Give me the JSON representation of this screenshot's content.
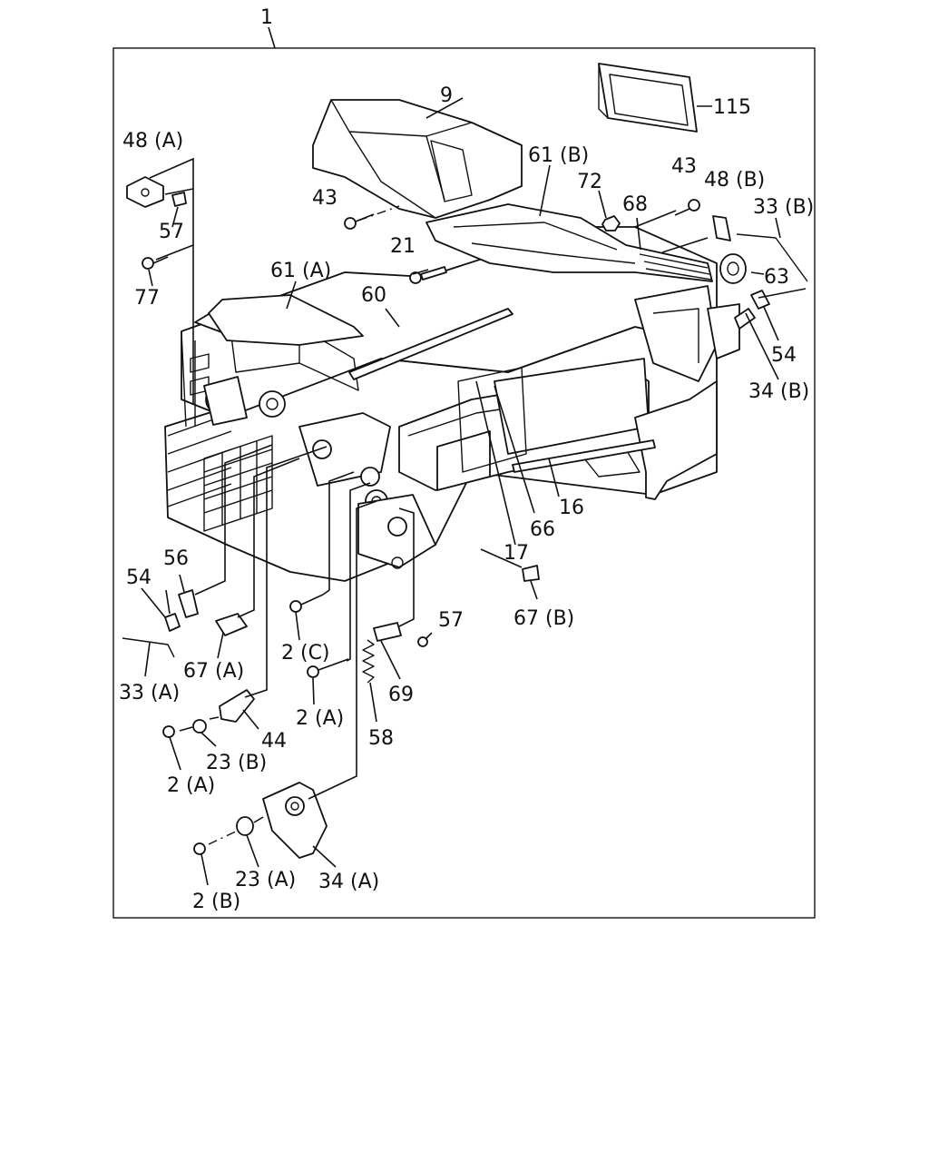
{
  "labels": {
    "l1": "1",
    "l9": "9",
    "l115": "115",
    "l61b": "61 (B)",
    "l43a": "43",
    "l43b": "43",
    "l72": "72",
    "l48b": "48 (B)",
    "l33b": "33 (B)",
    "l48a": "48 (A)",
    "l57a": "57",
    "l77": "77",
    "l21": "21",
    "l68": "68",
    "l63": "63",
    "l61a": "61 (A)",
    "l60": "60",
    "l54a": "54",
    "l34b": "34 (B)",
    "l16": "16",
    "l66": "66",
    "l17": "17",
    "l67b": "67 (B)",
    "l54b": "54",
    "l56": "56",
    "l33a": "33 (A)",
    "l67a": "67 (A)",
    "l2c": "2 (C)",
    "l57b": "57",
    "l69": "69",
    "l2a1": "2 (A)",
    "l58": "58",
    "l44": "44",
    "l23b": "23 (B)",
    "l2a2": "2 (A)",
    "l23a": "23 (A)",
    "l34a": "34 (A)",
    "l2b": "2 (B)"
  }
}
